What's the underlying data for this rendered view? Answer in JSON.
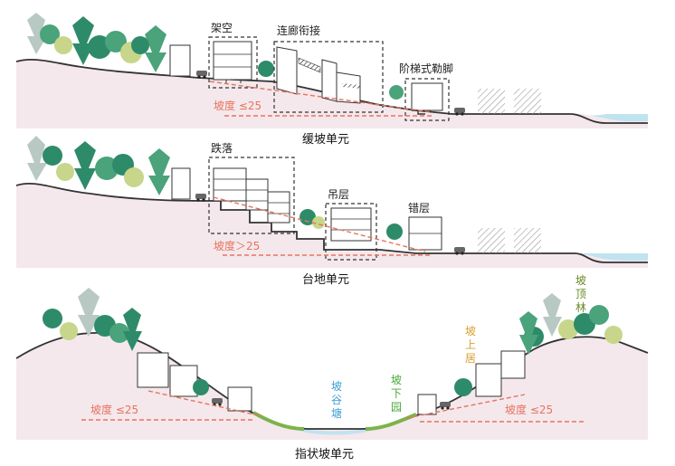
{
  "colors": {
    "ground": "#f4e8ec",
    "ground_line": "#333333",
    "water": "#bfe3ef",
    "slope_line": "#e8735e",
    "green_bank": "#7cb34a",
    "tree_dark": "#2e8b6a",
    "tree_mid": "#4aa37a",
    "tree_light": "#c7d68a",
    "tree_grey": "#b8c8c2",
    "color_blue": "#3b9fd6",
    "color_green": "#4aa83a",
    "color_orange": "#d8a030",
    "color_olive": "#6a8a2a"
  },
  "panel1": {
    "caption": "缓坡单元",
    "label_jiakong": "架空",
    "label_lianlang": "连廊衔接",
    "label_jieti": "阶梯式勒脚",
    "slope_text": "坡度 ≤25"
  },
  "panel2": {
    "caption": "台地单元",
    "label_dieluo": "跌落",
    "label_diaoceng": "吊层",
    "label_cuoceng": "错层",
    "slope_text": "坡度＞25"
  },
  "panel3": {
    "caption": "指状坡单元",
    "slope_text_left": "坡度 ≤25",
    "slope_text_right": "坡度 ≤25",
    "label_pogutang": [
      "坡",
      "谷",
      "塘"
    ],
    "label_poxiayuan": [
      "坡",
      "下",
      "园"
    ],
    "label_poshangju": [
      "坡",
      "上",
      "居"
    ],
    "label_podinglin": [
      "坡",
      "顶",
      "林"
    ]
  }
}
